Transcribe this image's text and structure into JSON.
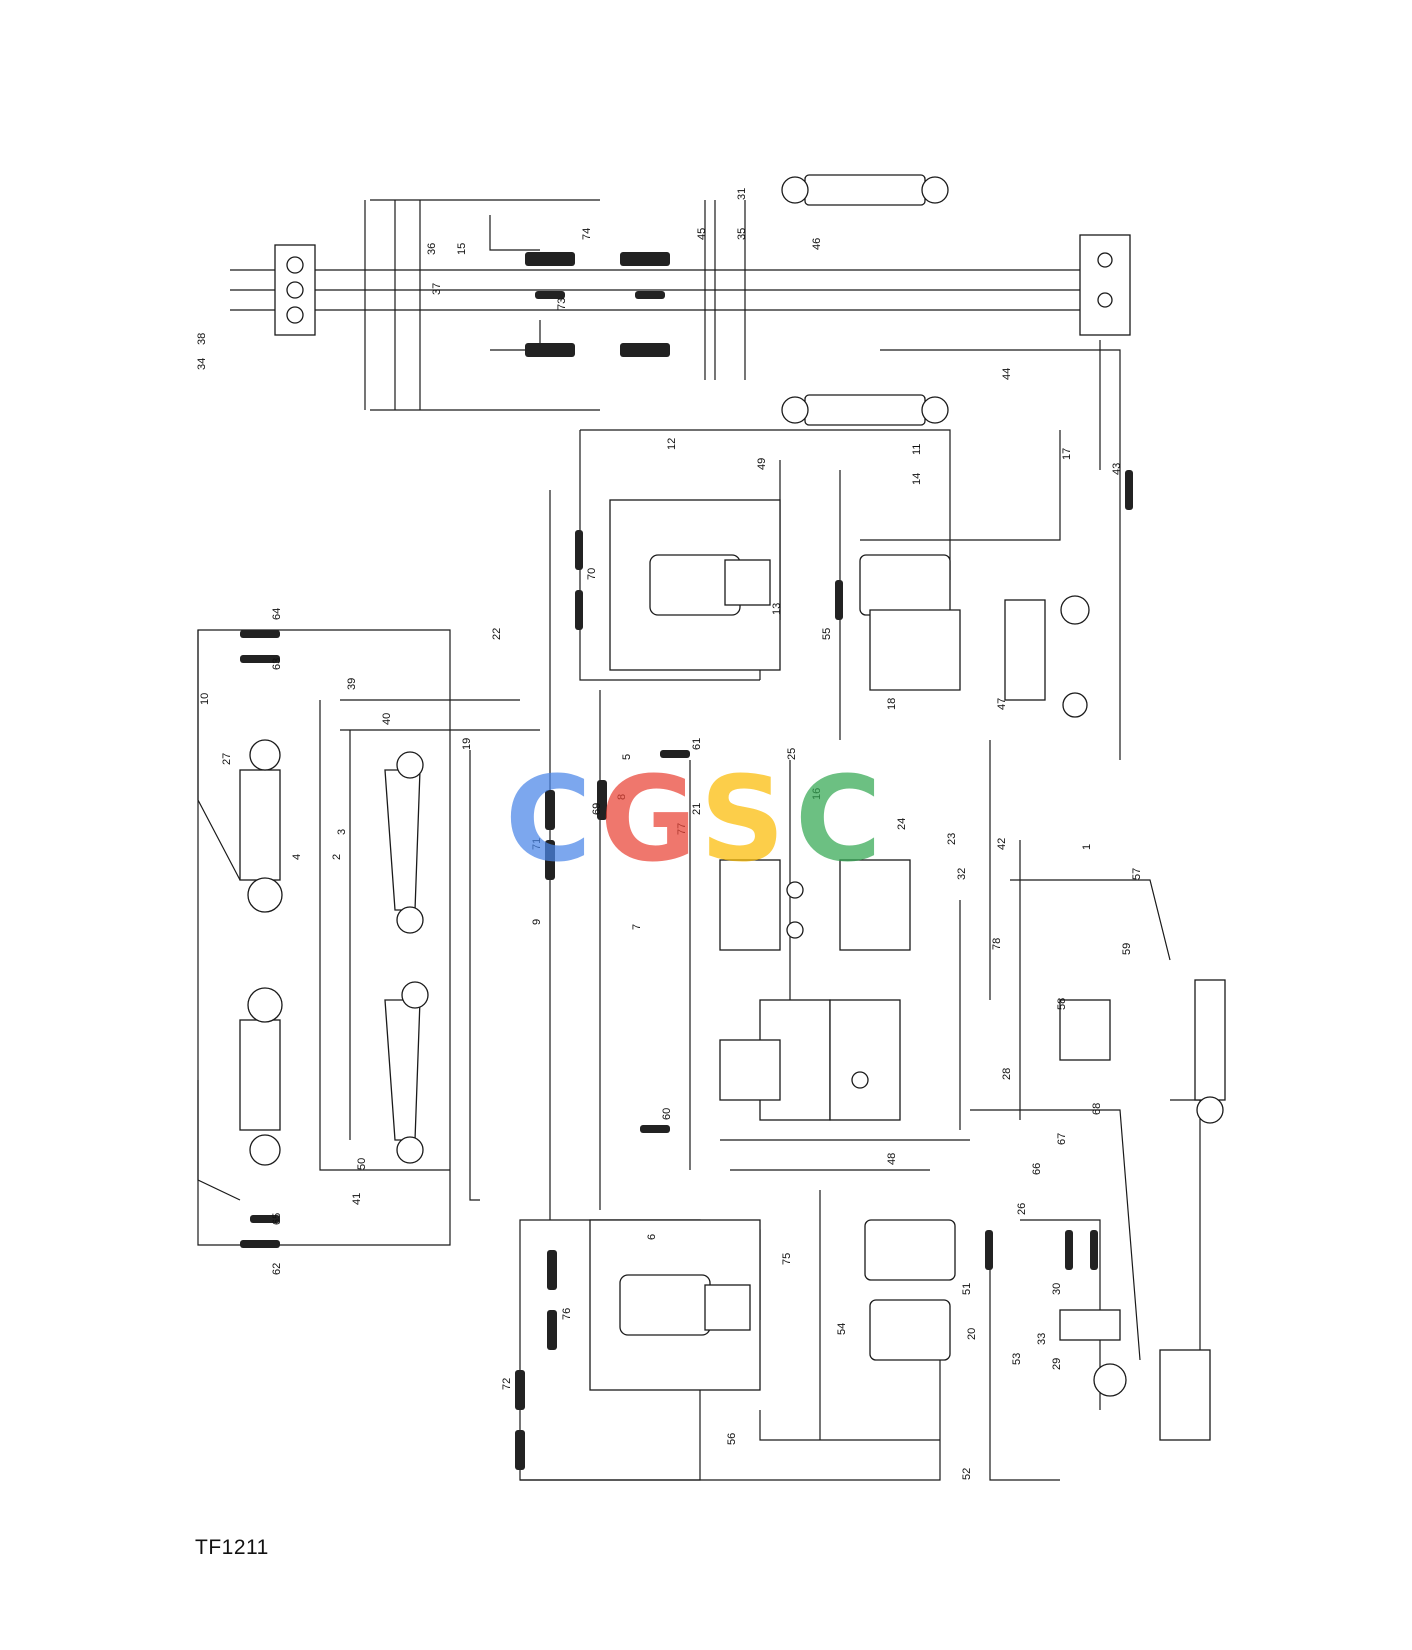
{
  "figure_id": "TF1211",
  "watermark": {
    "letters": [
      "C",
      "G",
      "S",
      "C"
    ],
    "colors": [
      "#4a86e8",
      "#ea4335",
      "#fbbc05",
      "#34a853"
    ]
  },
  "part_labels": [
    "1",
    "2",
    "3",
    "4",
    "5",
    "6",
    "7",
    "8",
    "9",
    "10",
    "11",
    "12",
    "13",
    "14",
    "15",
    "16",
    "17",
    "18",
    "19",
    "20",
    "21",
    "22",
    "23",
    "24",
    "25",
    "26",
    "27",
    "28",
    "29",
    "30",
    "31",
    "32",
    "33",
    "34",
    "35",
    "36",
    "37",
    "38",
    "39",
    "40",
    "41",
    "42",
    "43",
    "44",
    "45",
    "46",
    "47",
    "48",
    "49",
    "50",
    "51",
    "52",
    "53",
    "54",
    "55",
    "56",
    "57",
    "58",
    "59",
    "60",
    "61",
    "62",
    "63",
    "64",
    "65",
    "66",
    "67",
    "68",
    "69",
    "70",
    "71",
    "72",
    "73",
    "74",
    "75",
    "76",
    "77",
    "78"
  ]
}
